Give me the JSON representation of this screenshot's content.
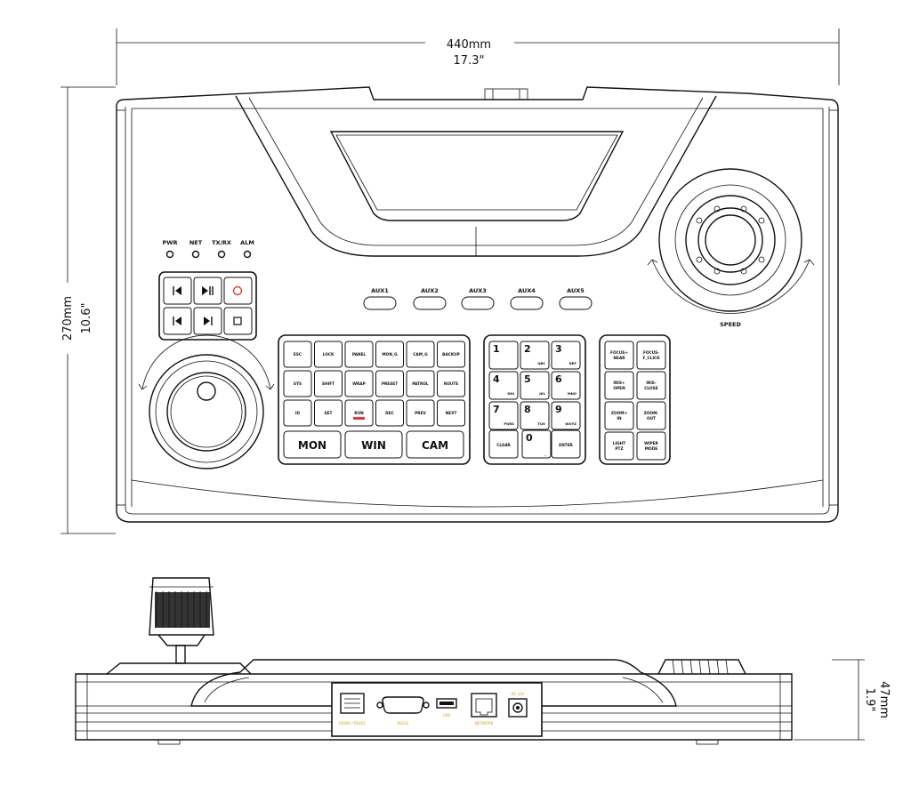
{
  "dimensions": {
    "width_mm": "440mm",
    "width_in": "17.3\"",
    "length_mm": "270mm",
    "length_in": "10.6\"",
    "height_mm": "47mm",
    "height_in": "1.9\""
  },
  "indicators": [
    "PWR",
    "NET",
    "TX/RX",
    "ALM"
  ],
  "aux_buttons": [
    "AUX1",
    "AUX2",
    "AUX3",
    "AUX4",
    "AUX5"
  ],
  "function_keys": [
    "ESC",
    "LOCK",
    "PANEL",
    "MON_G",
    "CAM_G",
    "BACKUP",
    "SYS",
    "SHIFT",
    "WRAP",
    "PRESET",
    "PATROL",
    "ROUTE",
    "ID",
    "SET",
    "RUN",
    "DEC",
    "PREV",
    "NEXT"
  ],
  "mode_keys": [
    "MON",
    "WIN",
    "CAM"
  ],
  "numpad": {
    "digits": [
      {
        "num": "1",
        "sub": ""
      },
      {
        "num": "2",
        "sub": "ABC"
      },
      {
        "num": "3",
        "sub": "DEF"
      },
      {
        "num": "4",
        "sub": "GHI"
      },
      {
        "num": "5",
        "sub": "JKL"
      },
      {
        "num": "6",
        "sub": "MNO"
      },
      {
        "num": "7",
        "sub": "PQRS"
      },
      {
        "num": "8",
        "sub": "TUV"
      },
      {
        "num": "9",
        "sub": "WXYZ"
      }
    ],
    "clear": "CLEAR",
    "zero": "0",
    "zero_sub": "_",
    "enter": "ENTER"
  },
  "ptz_keys": [
    [
      "FOCUS+",
      "NEAR"
    ],
    [
      "FOCUS-",
      "F_CLICK"
    ],
    [
      "IRIS+",
      "OPEN"
    ],
    [
      "IRIS-",
      "CLOSE"
    ],
    [
      "ZOOM+",
      "IN"
    ],
    [
      "ZOOM-",
      "OUT"
    ],
    [
      "LIGHT",
      "PTZ"
    ],
    [
      "WIPER",
      "MODE"
    ]
  ],
  "joystick_label": "SPEED",
  "rear_ports": [
    "RS485 / RS422",
    "RS232",
    "USB",
    "NETWORK",
    "DC 12V"
  ],
  "colors": {
    "line": "#111111",
    "record": "#e53935",
    "run_bar": "#e53935",
    "port_label": "#d7a100"
  }
}
